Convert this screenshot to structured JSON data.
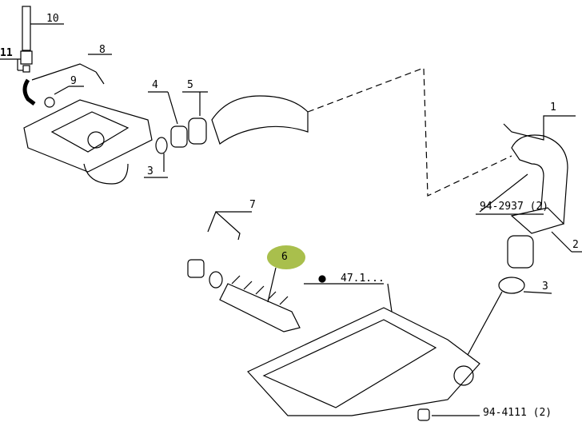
{
  "callouts": {
    "c10": "10",
    "c11": "11",
    "c8": "8",
    "c9": "9",
    "c4": "4",
    "c5": "5",
    "c3a": "3",
    "c1": "1",
    "c_94_2937": "94-2937 (2)",
    "c2": "2",
    "c7": "7",
    "c6": "6",
    "c_47": "47.1...",
    "c3b": "3",
    "c_94_4111": "94-4111 (2)"
  },
  "highlight_color": "#a9bf4c"
}
